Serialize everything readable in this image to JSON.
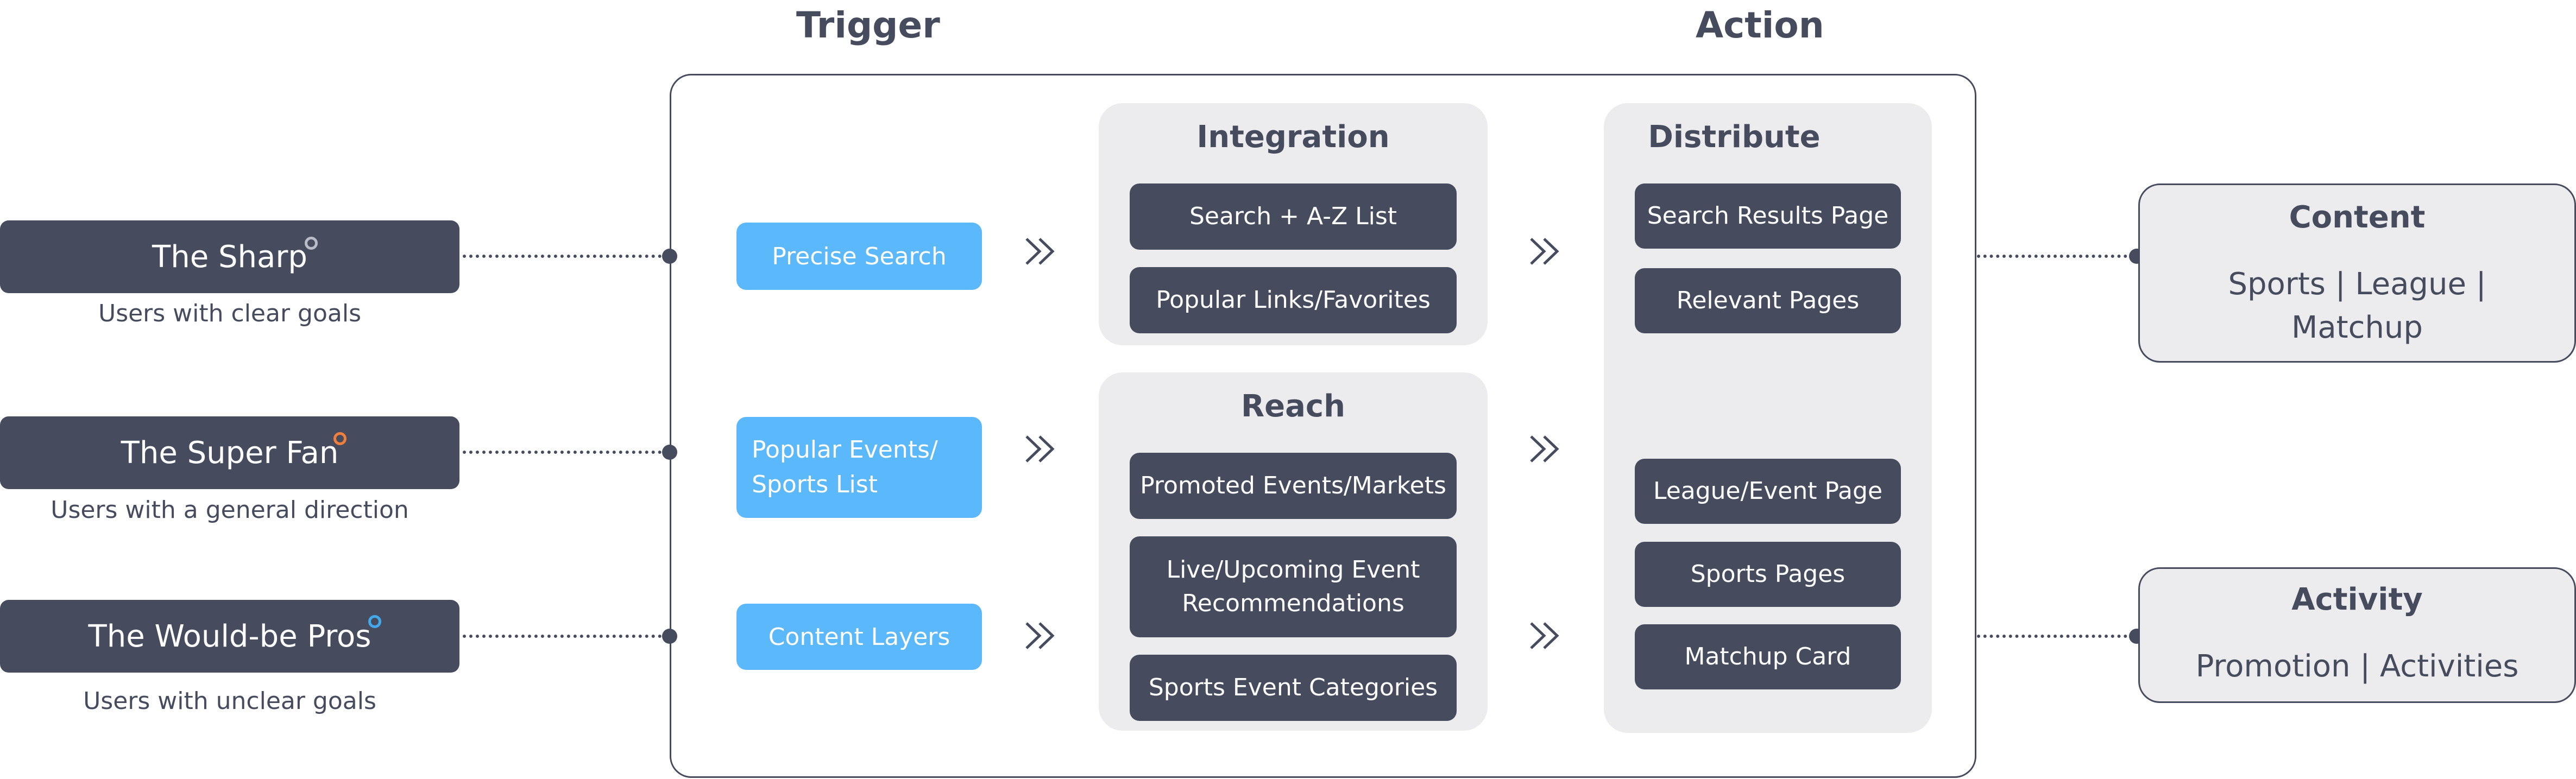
{
  "headers": {
    "trigger": "Trigger",
    "action": "Action"
  },
  "personas": [
    {
      "title": "The Sharp",
      "caption": "Users with clear goals",
      "dot_color": "#b8bcc6"
    },
    {
      "title": "The Super Fan",
      "caption": "Users with a general direction",
      "dot_color": "#f07e3c"
    },
    {
      "title": "The Would-be Pros",
      "caption": "Users with unclear goals",
      "dot_color": "#43a9eb"
    }
  ],
  "triggers": {
    "precise_search": "Precise Search",
    "popular_events_line1": "Popular Events/",
    "popular_events_line2": "Sports List",
    "content_layers": "Content Layers"
  },
  "integration": {
    "title": "Integration",
    "items": [
      "Search + A-Z List",
      "Popular Links/Favorites"
    ]
  },
  "reach": {
    "title": "Reach",
    "items": [
      "Promoted Events/Markets",
      "Live/Upcoming Event",
      "Recommendations",
      "Sports Event Categories"
    ]
  },
  "distribute": {
    "title": "Distribute",
    "items": [
      "Search Results Page",
      "Relevant Pages",
      "League/Event Page",
      "Sports Pages",
      "Matchup Card"
    ]
  },
  "results": {
    "content": {
      "title": "Content",
      "line1": "Sports | League |",
      "line2": "Matchup"
    },
    "activity": {
      "title": "Activity",
      "line1": "Promotion | Activities"
    }
  },
  "colors": {
    "dark": "#464c5e",
    "trigger_blue": "#5ab8fb",
    "panel_gray": "#ececee"
  }
}
